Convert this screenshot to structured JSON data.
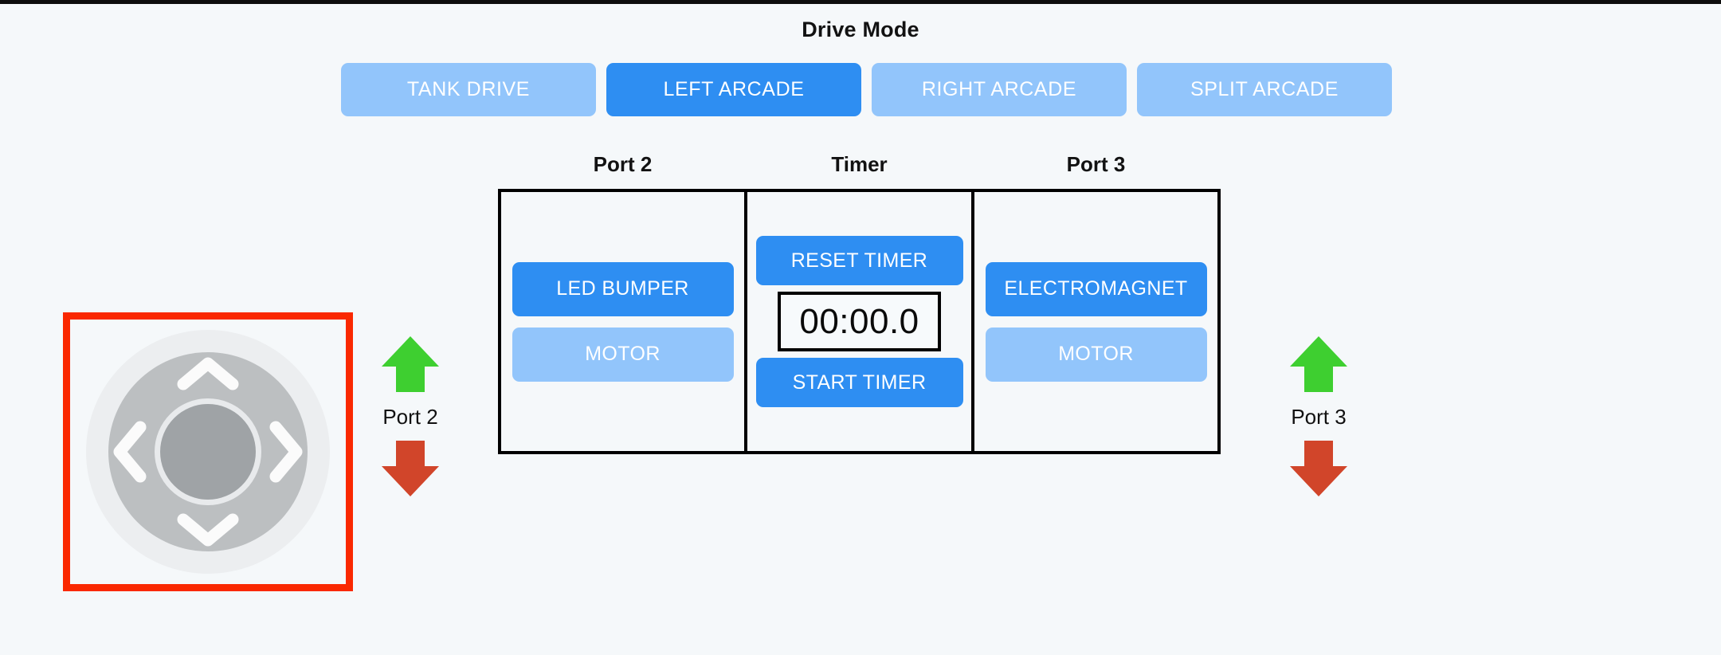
{
  "colors": {
    "background": "#f5f8fa",
    "accent_blue": "#2e8ef2",
    "inactive_blue": "#92c5fb",
    "selection_red": "#fa2800",
    "arrow_green": "#3ecf30",
    "arrow_red": "#d1452a",
    "panel_border": "#000000"
  },
  "drive_mode": {
    "title": "Drive Mode",
    "options": [
      {
        "label": "TANK DRIVE",
        "active": false
      },
      {
        "label": "LEFT ARCADE",
        "active": true
      },
      {
        "label": "RIGHT ARCADE",
        "active": false
      },
      {
        "label": "SPLIT ARCADE",
        "active": false
      }
    ],
    "selected": "LEFT ARCADE"
  },
  "panels": {
    "port2": {
      "label": "Port 2",
      "device_button": "LED BUMPER",
      "motor_button": "MOTOR"
    },
    "timer": {
      "label": "Timer",
      "reset_button": "RESET TIMER",
      "display_value": "00:00.0",
      "start_button": "START TIMER"
    },
    "port3": {
      "label": "Port 3",
      "device_button": "ELECTROMAGNET",
      "motor_button": "MOTOR"
    }
  },
  "dpad": {
    "name": "directional-pad",
    "selected": true,
    "up_icon": "chevron-up-icon",
    "down_icon": "chevron-down-icon",
    "left_icon": "chevron-left-icon",
    "right_icon": "chevron-right-icon",
    "center_icon": "joystick-knob"
  },
  "port_indicators": [
    {
      "label": "Port 2",
      "up_icon": "arrow-up-icon",
      "down_icon": "arrow-down-icon"
    },
    {
      "label": "Port 3",
      "up_icon": "arrow-up-icon",
      "down_icon": "arrow-down-icon"
    }
  ]
}
